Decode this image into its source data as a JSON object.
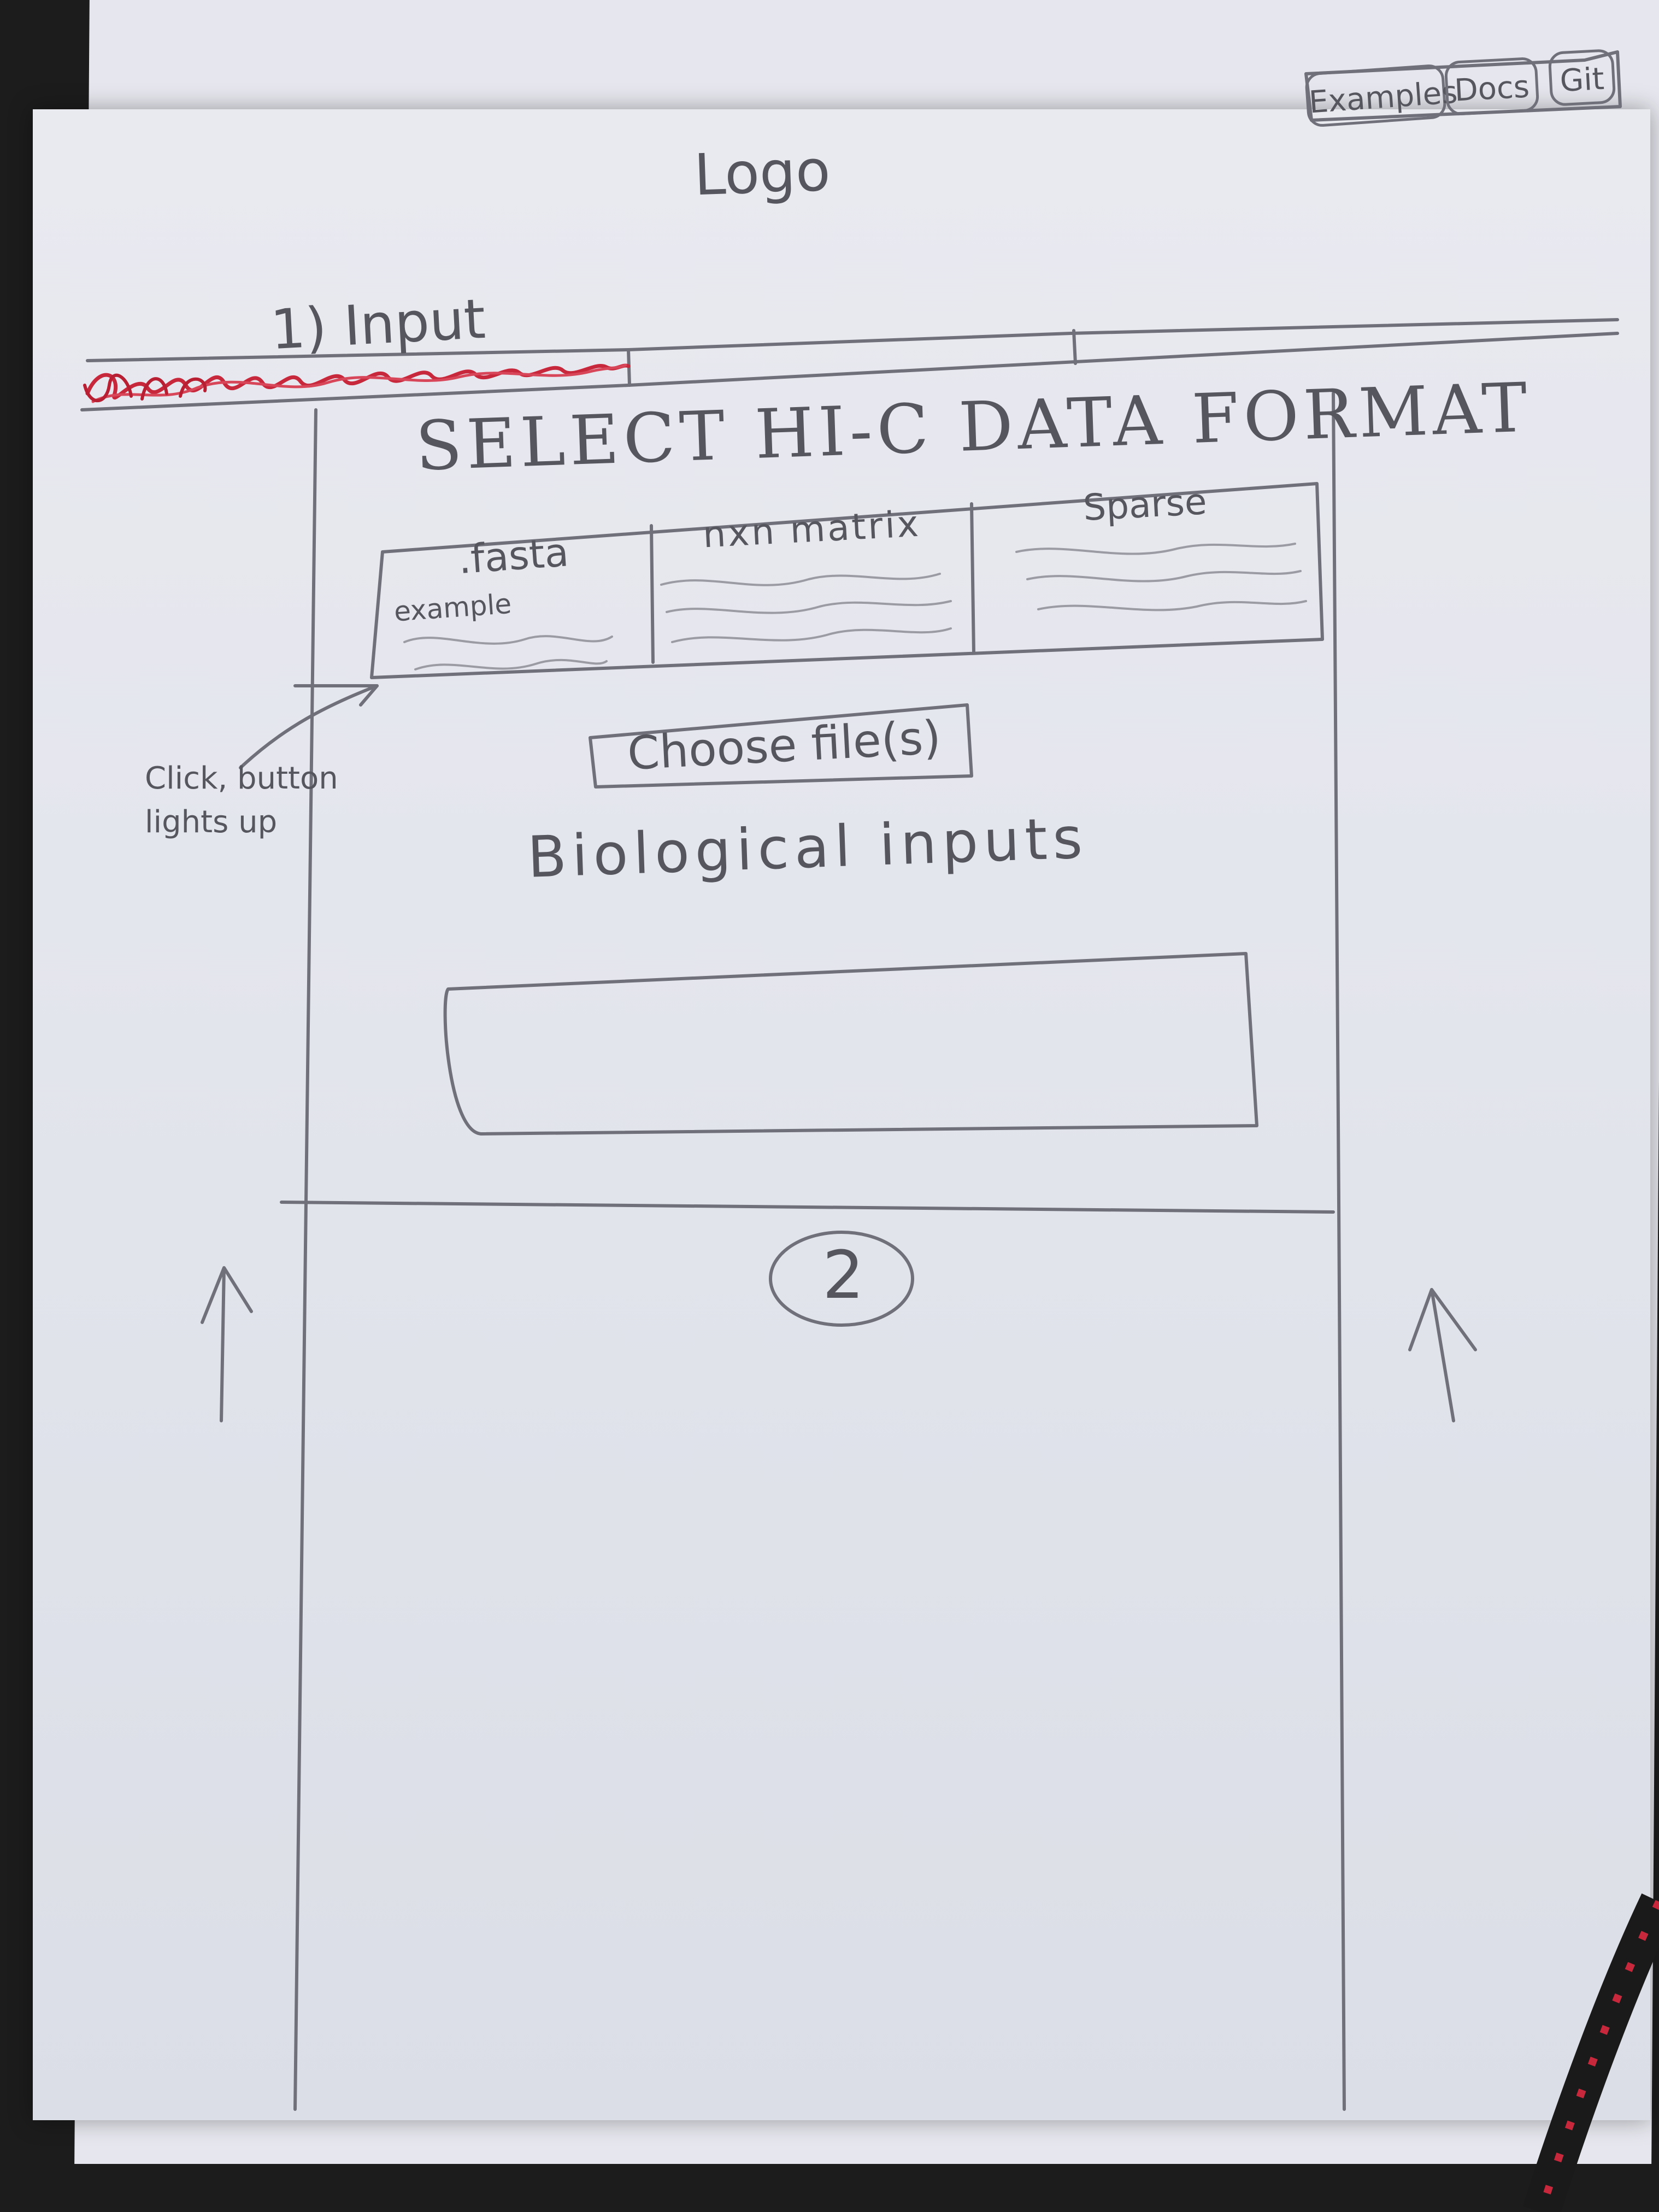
{
  "nav": {
    "examples_label": "Examples",
    "docs_label": "Docs",
    "git_label": "Git"
  },
  "header": {
    "logo_text": "Logo"
  },
  "steps": {
    "step1_label": "1) Input",
    "step2_label": "2"
  },
  "input_section": {
    "heading": "SELECT HI-C DATA FORMAT",
    "formats": [
      {
        "label": ".fasta",
        "example_label": "example"
      },
      {
        "label": "nxn matrix"
      },
      {
        "label": "Sparse"
      }
    ],
    "choose_files_label": "Choose file(s)",
    "biological_inputs_label": "Biological inputs",
    "biological_inputs_value": ""
  },
  "annotations": {
    "click_note": "Click, button lights up"
  },
  "colors": {
    "pencil": "#6f7079",
    "highlight_red": "#c8283c",
    "paper": "#e6e7ee",
    "background": "#1c1c1c"
  }
}
